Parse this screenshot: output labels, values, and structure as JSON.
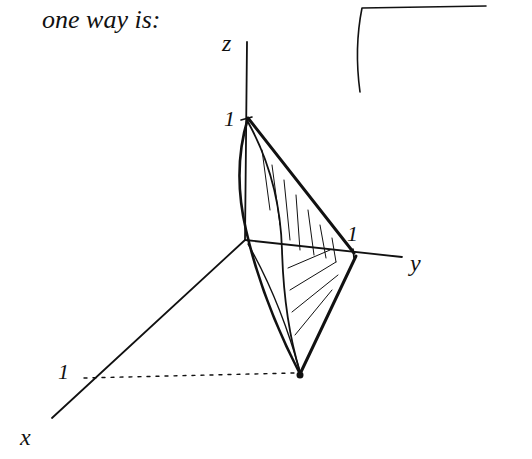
{
  "diagram": {
    "labels": [
      "one way is:",
      "z",
      "1",
      "1",
      "y",
      "1",
      "x"
    ]
  }
}
